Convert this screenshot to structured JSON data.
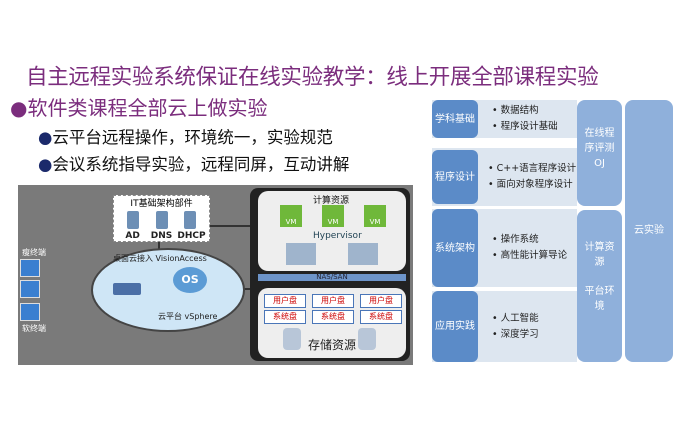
{
  "title": "自主远程实验系统保证在线实验教学：线上开展全部课程实验",
  "bullets": {
    "main": "软件类课程全部云上做实验",
    "sub": [
      "云平台远程操作，环境统一，实验规范",
      "会议系统指导实验，远程同屏，互动讲解"
    ]
  },
  "network_diagram": {
    "it_box_title": "IT基础架构部件",
    "servers": [
      "AD",
      "DNS",
      "DHCP"
    ],
    "clients_label": "瘦终端",
    "pc_label": "软终端",
    "gateway_label": "桌面云接入 VisionAccess",
    "os_label": "OS",
    "virt_label": "云平台 vSphere",
    "compute_title": "计算资源",
    "vm_label": "VM",
    "hypervisor": "Hypervisor",
    "nas_san": "NAS/SAN",
    "user_disk": "用户盘",
    "system_disk": "系统盘",
    "storage_title": "存储资源"
  },
  "curriculum": {
    "rows": [
      {
        "label": "学科基础",
        "items": [
          "数据结构",
          "程序设计基础"
        ]
      },
      {
        "label": "程序设计",
        "items": [
          "C++语言程序设计",
          "面向对象程序设计"
        ]
      },
      {
        "label": "系统架构",
        "items": [
          "操作系统",
          "高性能计算导论"
        ]
      },
      {
        "label": "应用实践",
        "items": [
          "人工智能",
          "深度学习"
        ]
      }
    ],
    "oj": "在线程序评测OJ",
    "compute": "计算资源",
    "platform": "平台环境",
    "cloud_lab": "云实验"
  }
}
